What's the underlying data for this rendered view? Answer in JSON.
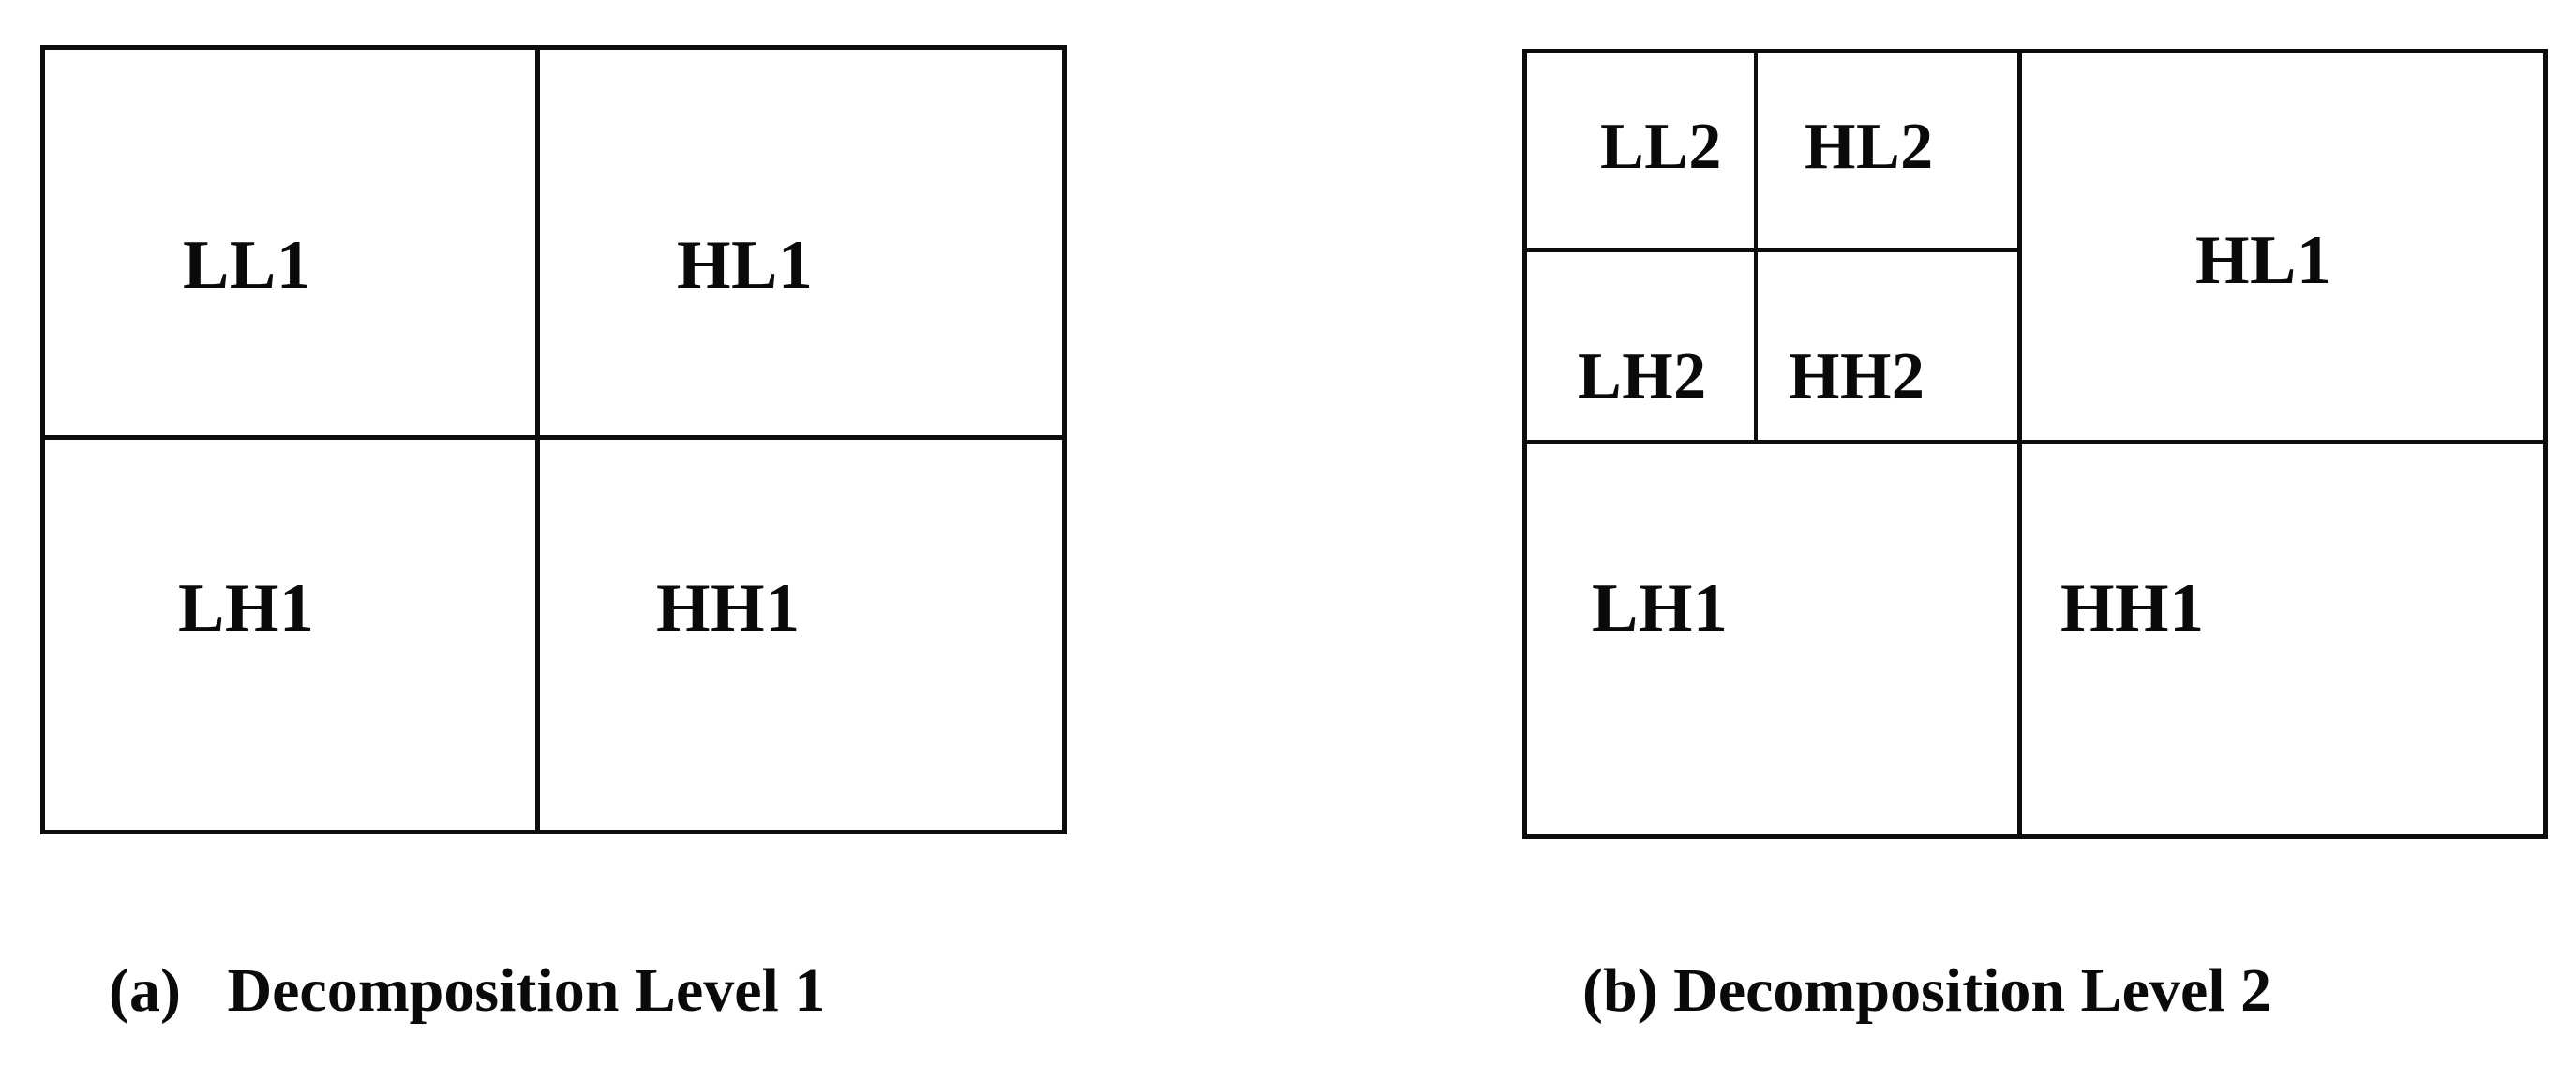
{
  "figure": {
    "background_color": "#ffffff",
    "line_color": "#0d0d0d",
    "text_color": "#0a0a0a"
  },
  "panels": [
    {
      "id": "panel-a",
      "caption": "(a)   Decomposition Level 1",
      "caption_prefix": "(a)",
      "caption_text": "Decomposition Level 1",
      "level": 1,
      "subbands": [
        {
          "key": "LL1",
          "label": "LL1",
          "quadrant": "top-left"
        },
        {
          "key": "HL1",
          "label": "HL1",
          "quadrant": "top-right"
        },
        {
          "key": "LH1",
          "label": "LH1",
          "quadrant": "bottom-left"
        },
        {
          "key": "HH1",
          "label": "HH1",
          "quadrant": "bottom-right"
        }
      ]
    },
    {
      "id": "panel-b",
      "caption": "(b) Decomposition Level 2",
      "caption_prefix": "(b)",
      "caption_text": "Decomposition Level 2",
      "level": 2,
      "subbands": [
        {
          "key": "LL2",
          "label": "LL2",
          "quadrant": "top-left-inner-tl"
        },
        {
          "key": "HL2",
          "label": "HL2",
          "quadrant": "top-left-inner-tr"
        },
        {
          "key": "LH2",
          "label": "LH2",
          "quadrant": "top-left-inner-bl"
        },
        {
          "key": "HH2",
          "label": "HH2",
          "quadrant": "top-left-inner-br"
        },
        {
          "key": "HL1",
          "label": "HL1",
          "quadrant": "top-right"
        },
        {
          "key": "LH1",
          "label": "LH1",
          "quadrant": "bottom-left"
        },
        {
          "key": "HH1",
          "label": "HH1",
          "quadrant": "bottom-right"
        }
      ]
    }
  ]
}
